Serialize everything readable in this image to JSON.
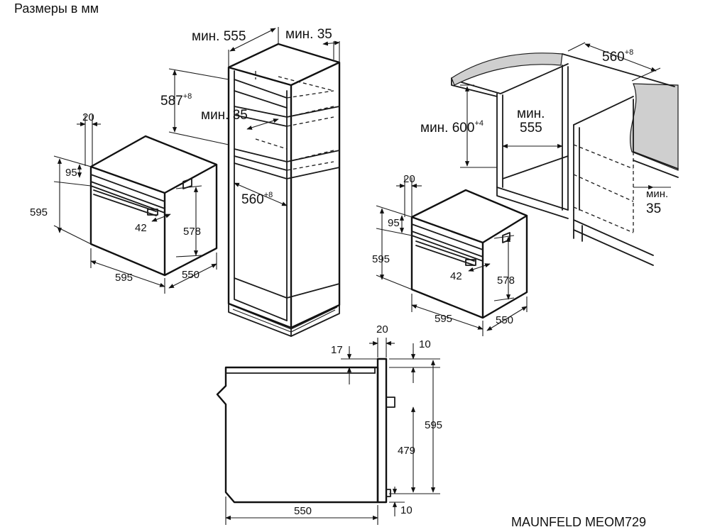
{
  "header": {
    "title": "Размеры в мм"
  },
  "footer": {
    "model": "MAUNFELD MEOM729"
  },
  "column_install": {
    "min_555": "мин. 555",
    "min_35_top": "мин. 35",
    "min_35_mid": "мин. 35",
    "h_587": "587",
    "h_587_tol": "+8",
    "w_560": "560",
    "w_560_tol": "+8"
  },
  "oven_left": {
    "d20": "20",
    "d95": "95",
    "d595_h": "595",
    "d42": "42",
    "d578": "578",
    "d595_w": "595",
    "d550": "550"
  },
  "counter_install": {
    "w_560": "560",
    "w_560_tol": "+8",
    "min_600": "мин. 600",
    "min_600_tol": "+4",
    "min_label": "мин.",
    "min_555_val": "555",
    "min_35_label": "мин.",
    "min_35_val": "35"
  },
  "oven_right": {
    "d20": "20",
    "d95": "95",
    "d595_h": "595",
    "d42": "42",
    "d578": "578",
    "d595_w": "595",
    "d550": "550"
  },
  "side_view": {
    "d20": "20",
    "d17": "17",
    "d10_top": "10",
    "d595": "595",
    "d479": "479",
    "d550": "550",
    "d10_bottom": "10"
  }
}
